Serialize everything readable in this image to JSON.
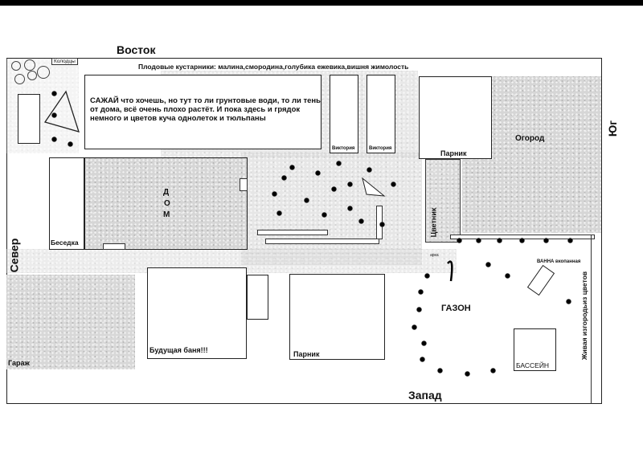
{
  "directions": {
    "east": "Восток",
    "south": "Юг",
    "north": "Север",
    "west": "Запад"
  },
  "shrubs_title": "Плодовые кустарники: малина,смородина,голубика ежевика,вишня жимолость",
  "notes": {
    "line1": "САЖАЙ что хочешь, но тут то ли грунтовые води, то ли тень",
    "line2": "от дома, всё очень плохо растёт. И пока здесь и грядок",
    "line3": "немного и цветов куча однолеток и тюльпаны"
  },
  "labels": {
    "kolodtsy": "Колодцы",
    "victoria1": "Виктория",
    "victoria2": "Виктория",
    "parnik1": "Парник",
    "parnik2": "Парник",
    "ogorod": "Огород",
    "dom_d": "Д",
    "dom_o": "О",
    "dom_m": "М",
    "besedka": "Беседка",
    "tsvetnik": "Цветник",
    "bath": "ВАННА вкопанная",
    "gazon": "ГАЗОН",
    "bassein": "БАССЕЙН",
    "garazh": "Гараж",
    "banya": "Будущая баня!!!",
    "zhivaya": "Живая изгородьиз цветов",
    "arka": "арка"
  }
}
